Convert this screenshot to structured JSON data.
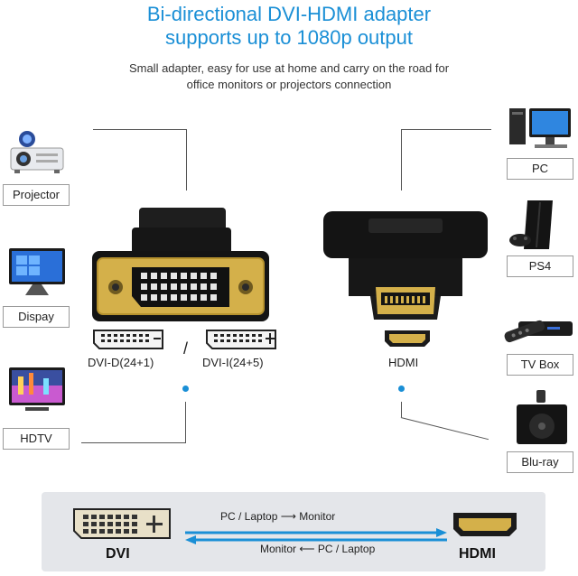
{
  "header": {
    "title_line1": "Bi-directional DVI-HDMI adapter",
    "title_line2": "supports up to 1080p output",
    "subtitle_line1": "Small adapter, easy for use at home and carry on the road for",
    "subtitle_line2": "office monitors or projectors connection"
  },
  "left_devices": [
    {
      "label": "Projector",
      "icon": "projector-icon"
    },
    {
      "label": "Dispay",
      "icon": "monitor-icon"
    },
    {
      "label": "HDTV",
      "icon": "tv-icon"
    }
  ],
  "right_devices": [
    {
      "label": "PC",
      "icon": "desktop-pc-icon"
    },
    {
      "label": "PS4",
      "icon": "game-console-icon"
    },
    {
      "label": "TV Box",
      "icon": "tv-box-icon"
    },
    {
      "label": "Blu-ray",
      "icon": "blu-ray-player-icon"
    }
  ],
  "ports": {
    "dvi_d": "DVI-D(24+1)",
    "separator": "/",
    "dvi_i": "DVI-I(24+5)",
    "hdmi": "HDMI"
  },
  "bottom": {
    "dvi_label": "DVI",
    "hdmi_label": "HDMI",
    "flow_top": "PC / Laptop  ⟶  Monitor",
    "flow_bottom": "Monitor  ⟵  PC / Laptop"
  },
  "colors": {
    "accent": "#1a8fd6",
    "gold": "#d4b04a",
    "black": "#1b1b1b"
  }
}
